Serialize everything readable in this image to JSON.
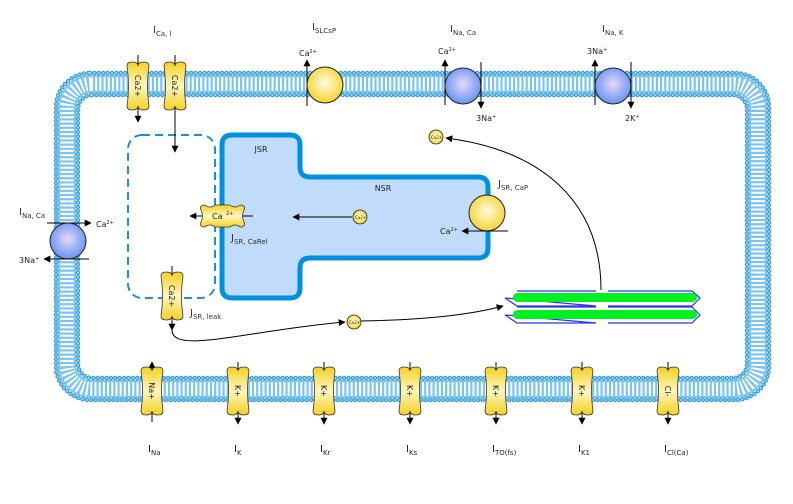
{
  "colors": {
    "membrane": "#3aa0e0",
    "sr_fill": "#c0dcfa",
    "sr_border": "#0090e0",
    "channel": "#f5d020",
    "exchanger": "#7fa6f5",
    "myofilament": "#00f020",
    "myofilament_border": "#3030f0"
  },
  "top": {
    "ical": {
      "main": "I",
      "sub": "Ca, l",
      "ion": "Ca",
      "charge": "2+"
    },
    "islcsp": {
      "main": "I",
      "sub": "SLCsP",
      "ion": "Ca",
      "charge": "2+"
    },
    "inaca": {
      "main": "I",
      "sub": "Na, Ca",
      "out_ion": "Ca",
      "out_charge": "2+",
      "in_ion": "3Na",
      "in_charge": "+"
    },
    "inak": {
      "main": "I",
      "sub": "Na, K",
      "out_ion": "3Na",
      "out_charge": "+",
      "in_ion": "2K",
      "in_charge": "+"
    }
  },
  "left": {
    "inaca": {
      "main": "I",
      "sub": "Na, Ca",
      "ca": "Ca",
      "ca_charge": "2+",
      "na": "3Na",
      "na_charge": "+"
    }
  },
  "sr": {
    "jsr": "JSR",
    "nsr": "NSR",
    "release": {
      "main": "J",
      "sub": "SR, CaRel",
      "ion": "Ca",
      "charge": "2+"
    },
    "uptake": {
      "main": "J",
      "sub": "SR, CaP",
      "ion": "Ca",
      "charge": "2+"
    },
    "leak": {
      "main": "J",
      "sub": "SR, leak",
      "ion": "Ca",
      "charge": "2+"
    },
    "ca_small": "Ca2+"
  },
  "bottom": [
    {
      "main": "I",
      "sub": "Na",
      "ion": "Na",
      "charge": "+",
      "direction": "in"
    },
    {
      "main": "I",
      "sub": "K",
      "ion": "K",
      "charge": "+",
      "direction": "out"
    },
    {
      "main": "I",
      "sub": "Kr",
      "ion": "K",
      "charge": "+",
      "direction": "out"
    },
    {
      "main": "I",
      "sub": "Ks",
      "ion": "K",
      "charge": "+",
      "direction": "out"
    },
    {
      "main": "I",
      "sub": "TO(fs)",
      "ion": "K",
      "charge": "+",
      "direction": "out"
    },
    {
      "main": "I",
      "sub": "K1",
      "ion": "K",
      "charge": "+",
      "direction": "out"
    },
    {
      "main": "I",
      "sub": "Cl(Ca)",
      "ion": "Cl",
      "charge": "-",
      "direction": "out"
    }
  ]
}
